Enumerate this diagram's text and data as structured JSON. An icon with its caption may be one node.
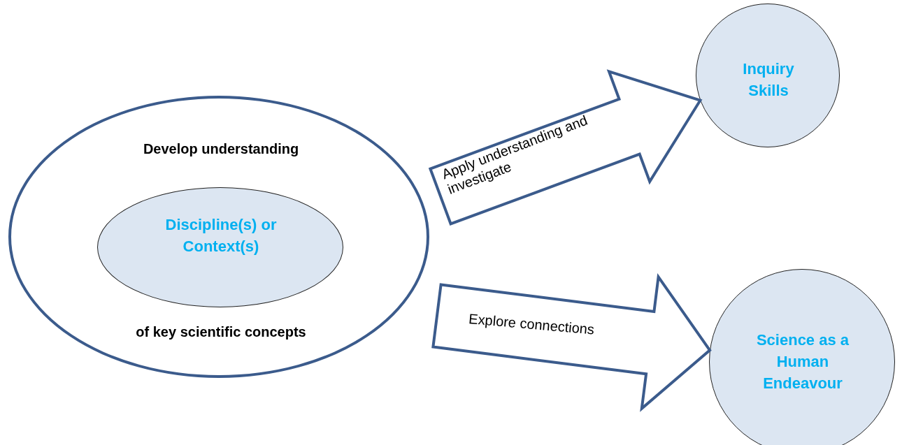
{
  "diagram": {
    "nodes": [
      {
        "text": [
          "Develop understanding",
          "of key scientific concepts"
        ]
      },
      {
        "text": [
          "Discipline(s) or Context(s)"
        ],
        "in": 0
      },
      {
        "text": [
          "Inquiry Skills"
        ]
      },
      {
        "text": [
          "Science as a Human Endeavour"
        ]
      }
    ],
    "edges": [
      {
        "from": 0,
        "to": 2,
        "arrow": "to",
        "label": "Apply understanding and investigate",
        "style": "thick"
      },
      {
        "from": 0,
        "to": 3,
        "arrow": "to",
        "label": "Explore connections",
        "style": "thick"
      }
    ]
  }
}
